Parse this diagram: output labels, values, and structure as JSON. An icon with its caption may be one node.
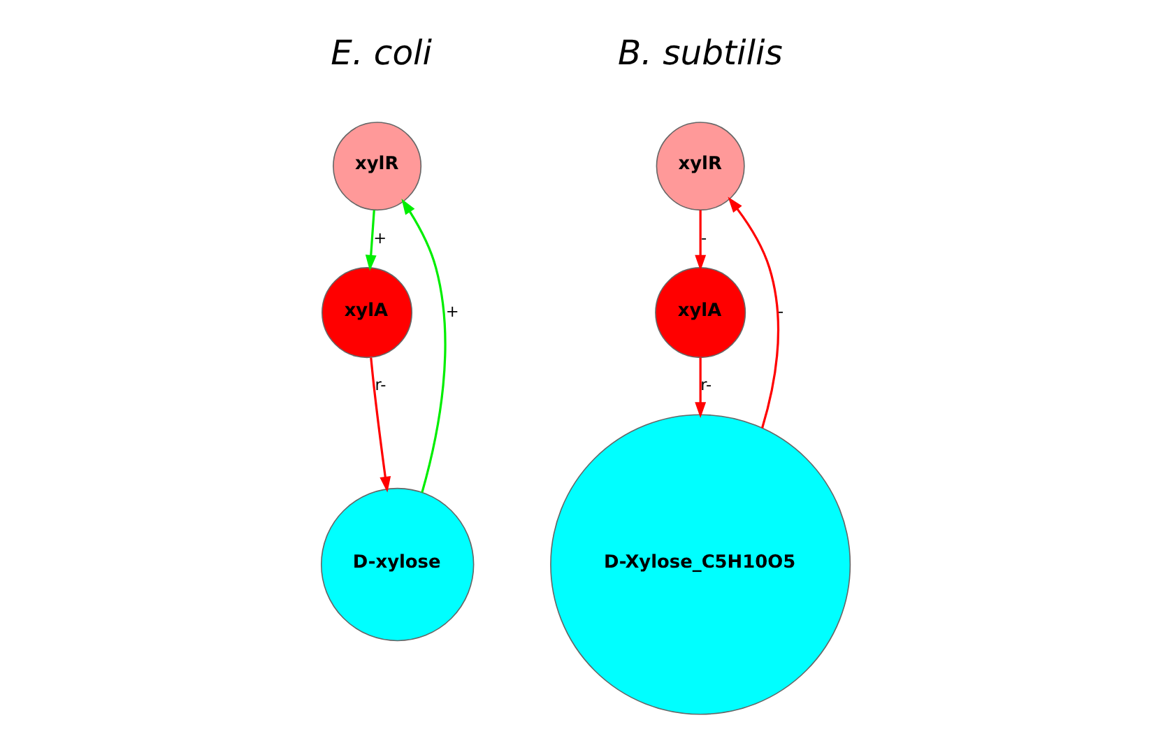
{
  "diagram": {
    "nodes": [
      {
        "text": [
          "xylR"
        ]
      },
      {
        "text": [
          "xylA"
        ]
      },
      {
        "text": [
          "D-xylose"
        ]
      },
      {
        "text": [
          "xylR"
        ]
      },
      {
        "text": [
          "xylA"
        ]
      },
      {
        "text": [
          "D-Xylose_C5H10O5"
        ]
      }
    ],
    "edges": [
      {
        "from": 0,
        "to": 1,
        "arrow": "to",
        "label": "+",
        "color": "#00ee00"
      },
      {
        "from": 1,
        "to": 2,
        "arrow": "to",
        "label": "r-",
        "color": "#ff0000"
      },
      {
        "from": 2,
        "to": 0,
        "arrow": "to",
        "label": "+",
        "color": "#00ee00"
      },
      {
        "from": 3,
        "to": 4,
        "arrow": "to",
        "label": "-",
        "color": "#ff0000"
      },
      {
        "from": 4,
        "to": 5,
        "arrow": "to",
        "label": "r-",
        "color": "#ff0000"
      },
      {
        "from": 5,
        "to": 3,
        "arrow": "to",
        "label": "-",
        "color": "#ff0000"
      }
    ],
    "labels": [
      "E. coli",
      "B. subtilis"
    ]
  }
}
